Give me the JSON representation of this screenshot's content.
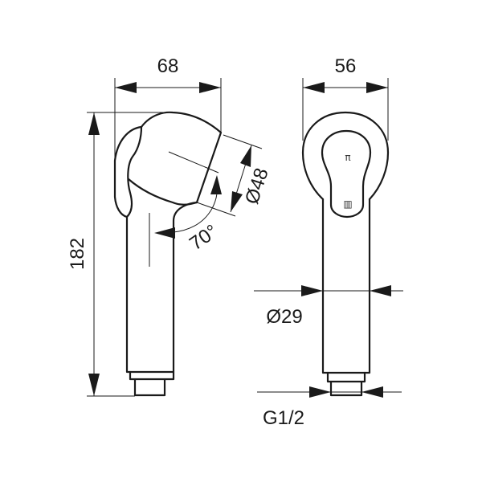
{
  "title": "Hand shower technical drawing",
  "side_view": {
    "width_label": "68",
    "height_label": "182",
    "head_diameter_label": "Ø48",
    "angle_label": "70°"
  },
  "front_view": {
    "width_label": "56",
    "handle_diameter_label": "Ø29",
    "thread_label": "G1/2",
    "icons": [
      "shower-spray-icon",
      "jet-grid-icon"
    ],
    "icon_glyphs": {
      "shower": "π",
      "grid": "▥"
    }
  }
}
